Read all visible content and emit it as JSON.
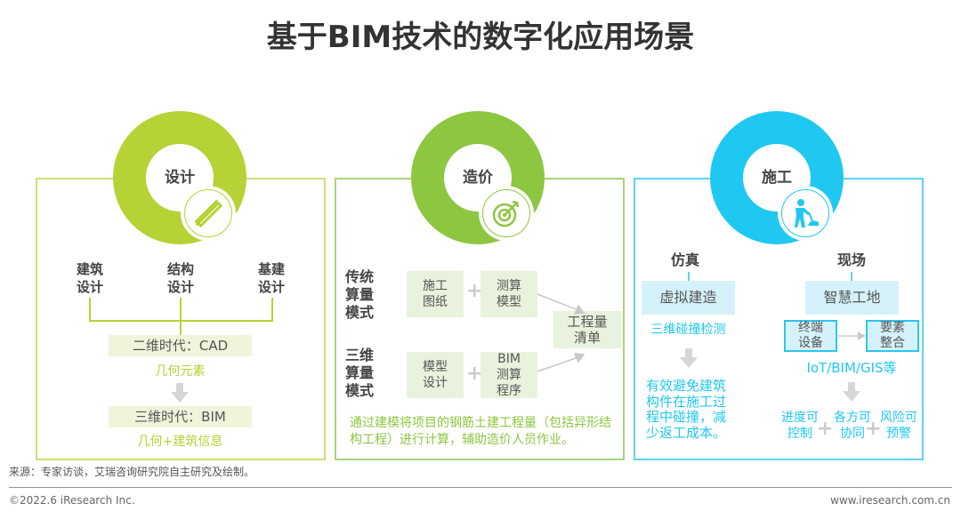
{
  "title": "基于BIM技术的数字化应用场景",
  "colors": {
    "design": "#B5D334",
    "cost": "#8DC63F",
    "construction": "#1FC8F0"
  },
  "design": {
    "label": "设计",
    "icon": "ruler-pencil-icon",
    "categories": [
      "建筑\n设计",
      "结构\n设计",
      "基建\n设计"
    ],
    "era2d": "二维时代：CAD",
    "era2d_note": "几何元素",
    "era3d": "三维时代：BIM",
    "era3d_note": "几何+建筑信息"
  },
  "cost": {
    "label": "造价",
    "icon": "target-icon",
    "traditional_label": "传统\n算量\n模式",
    "traditional_a": "施工\n图纸",
    "traditional_b": "测算\n模型",
    "bim_label": "三维\n算量\n模式",
    "bim_a": "模型\n设计",
    "bim_b": "BIM\n测算\n程序",
    "result": "工程量\n清单",
    "desc": "通过建模将项目的钢筋土建工程量（包括异形结构工程）进行计算，辅助造价人员作业。"
  },
  "construction": {
    "label": "施工",
    "icon": "worker-shovel-icon",
    "sim_label": "仿真",
    "sim_box": "虚拟建造",
    "sim_note": "三维碰撞检测",
    "sim_desc": "有效避免建筑\n构件在施工过\n程中碰撞，减\n少返工成本。",
    "site_label": "现场",
    "site_box": "智慧工地",
    "site_a": "终端\n设备",
    "site_b": "要素\n整合",
    "site_note": "IoT/BIM/GIS等",
    "outcomes": [
      "进度可\n控制",
      "各方可\n协同",
      "风险可\n预警"
    ]
  },
  "source": "来源：专家访谈，艾瑞咨询研究院自主研究及绘制。",
  "footer_left": "©2022.6 iResearch Inc.",
  "footer_right": "www.iresearch.com.cn"
}
